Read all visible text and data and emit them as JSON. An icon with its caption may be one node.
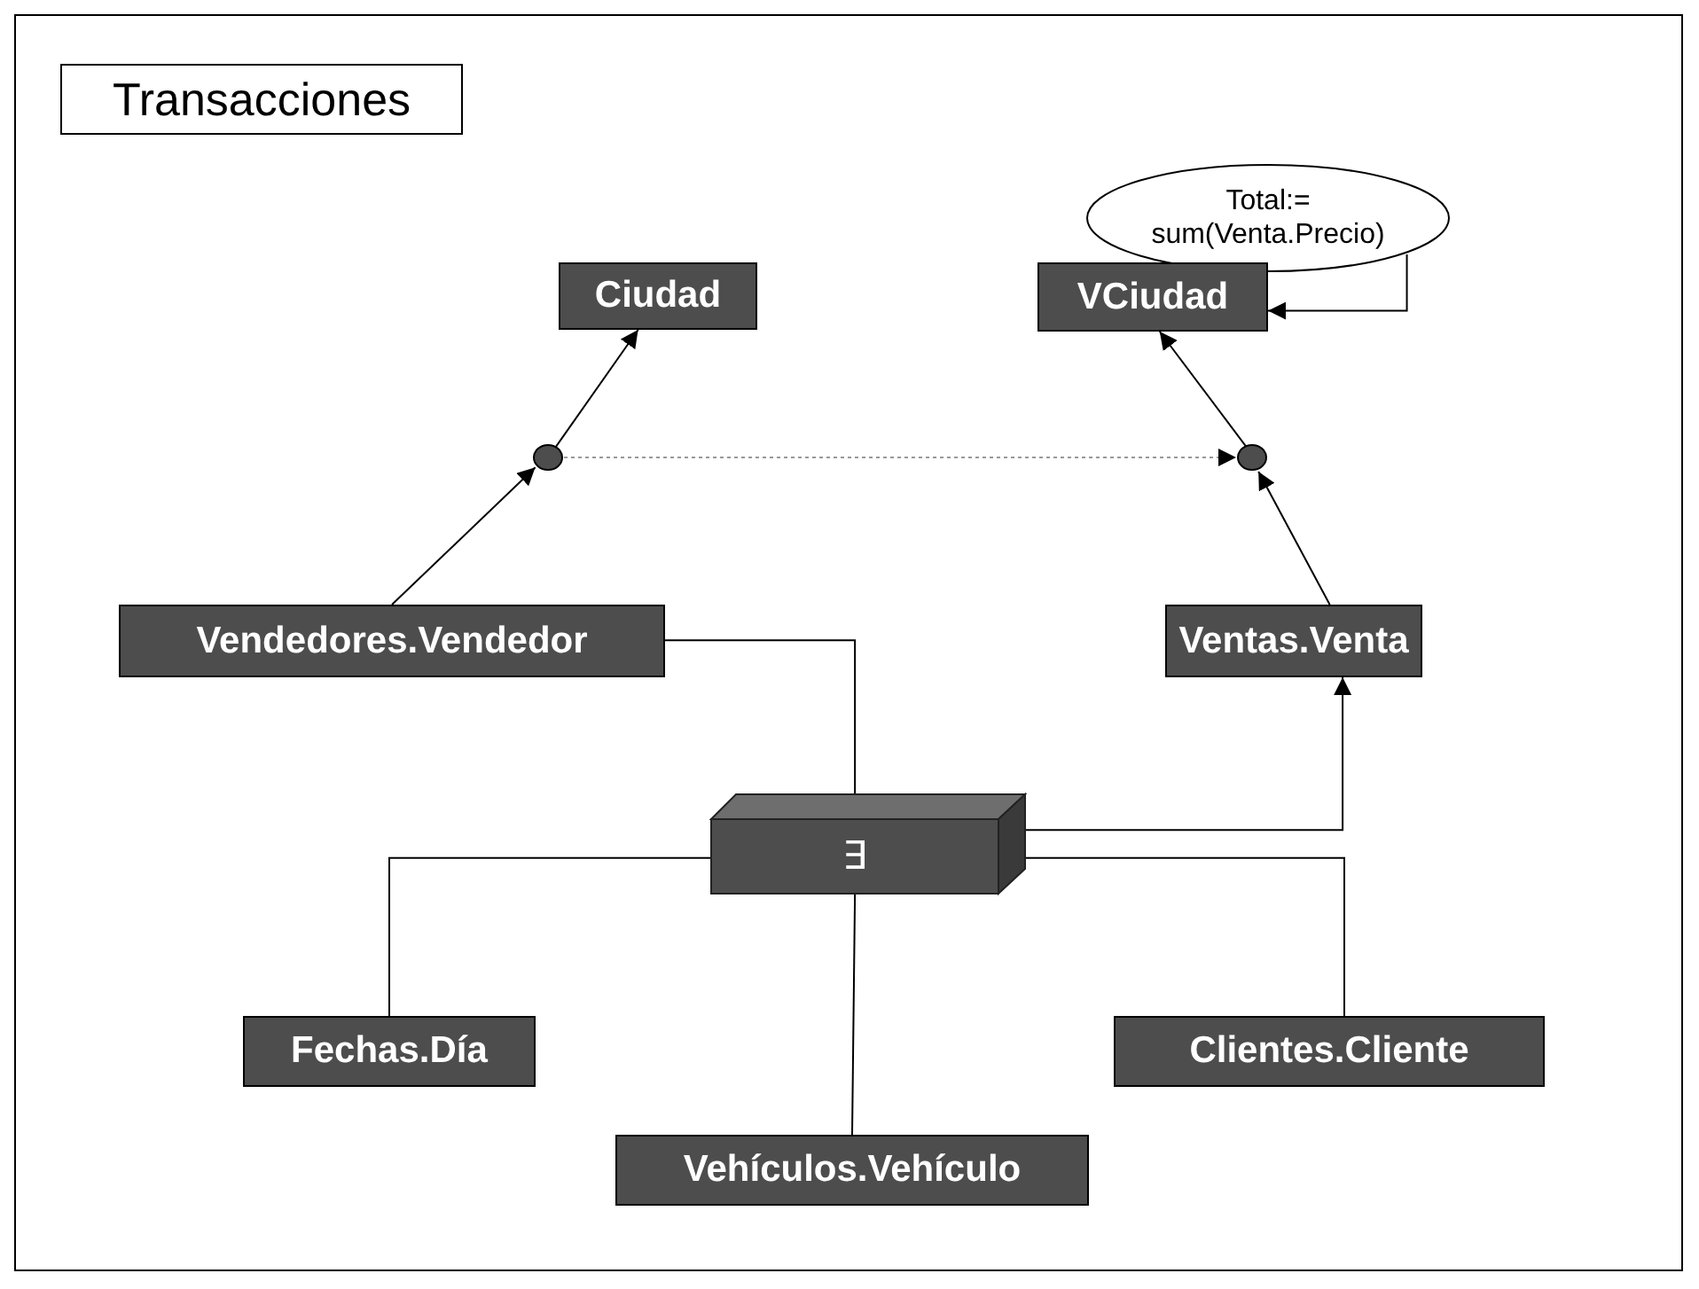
{
  "diagram": {
    "nodes": [
      {
        "text": [
          "Transacciones"
        ]
      },
      {
        "text": [
          "Total:= sum(Venta.Precio)"
        ]
      },
      {
        "text": [
          "Ciudad"
        ]
      },
      {
        "text": [
          "VCiudad"
        ]
      },
      {
        "text": [],
        "shape": "circle"
      },
      {
        "text": [],
        "shape": "circle"
      },
      {
        "text": [
          "Vendedores.Vendedor"
        ]
      },
      {
        "text": [
          "Ventas.Venta"
        ]
      },
      {
        "text": [
          "∃"
        ]
      },
      {
        "text": [
          "Fechas.Día"
        ]
      },
      {
        "text": [
          "Clientes.Cliente"
        ]
      },
      {
        "text": [
          "Vehículos.Vehículo"
        ]
      }
    ],
    "edges": [
      {
        "from": 6,
        "to": 4,
        "arrow": "to"
      },
      {
        "from": 4,
        "to": 2,
        "arrow": "to"
      },
      {
        "from": 7,
        "to": 5,
        "arrow": "to"
      },
      {
        "from": 5,
        "to": 3,
        "arrow": "to"
      },
      {
        "from": 4,
        "to": 5,
        "arrow": "to",
        "style": "dashed",
        "color": "#999999"
      },
      {
        "from": 1,
        "to": 3,
        "arrow": "to"
      },
      {
        "from": 6,
        "to": 8,
        "arrow": "none"
      },
      {
        "from": 8,
        "to": 7,
        "arrow": "to"
      },
      {
        "from": 8,
        "to": 9,
        "arrow": "none"
      },
      {
        "from": 8,
        "to": 10,
        "arrow": "none"
      },
      {
        "from": 8,
        "to": 11,
        "arrow": "none"
      }
    ]
  }
}
